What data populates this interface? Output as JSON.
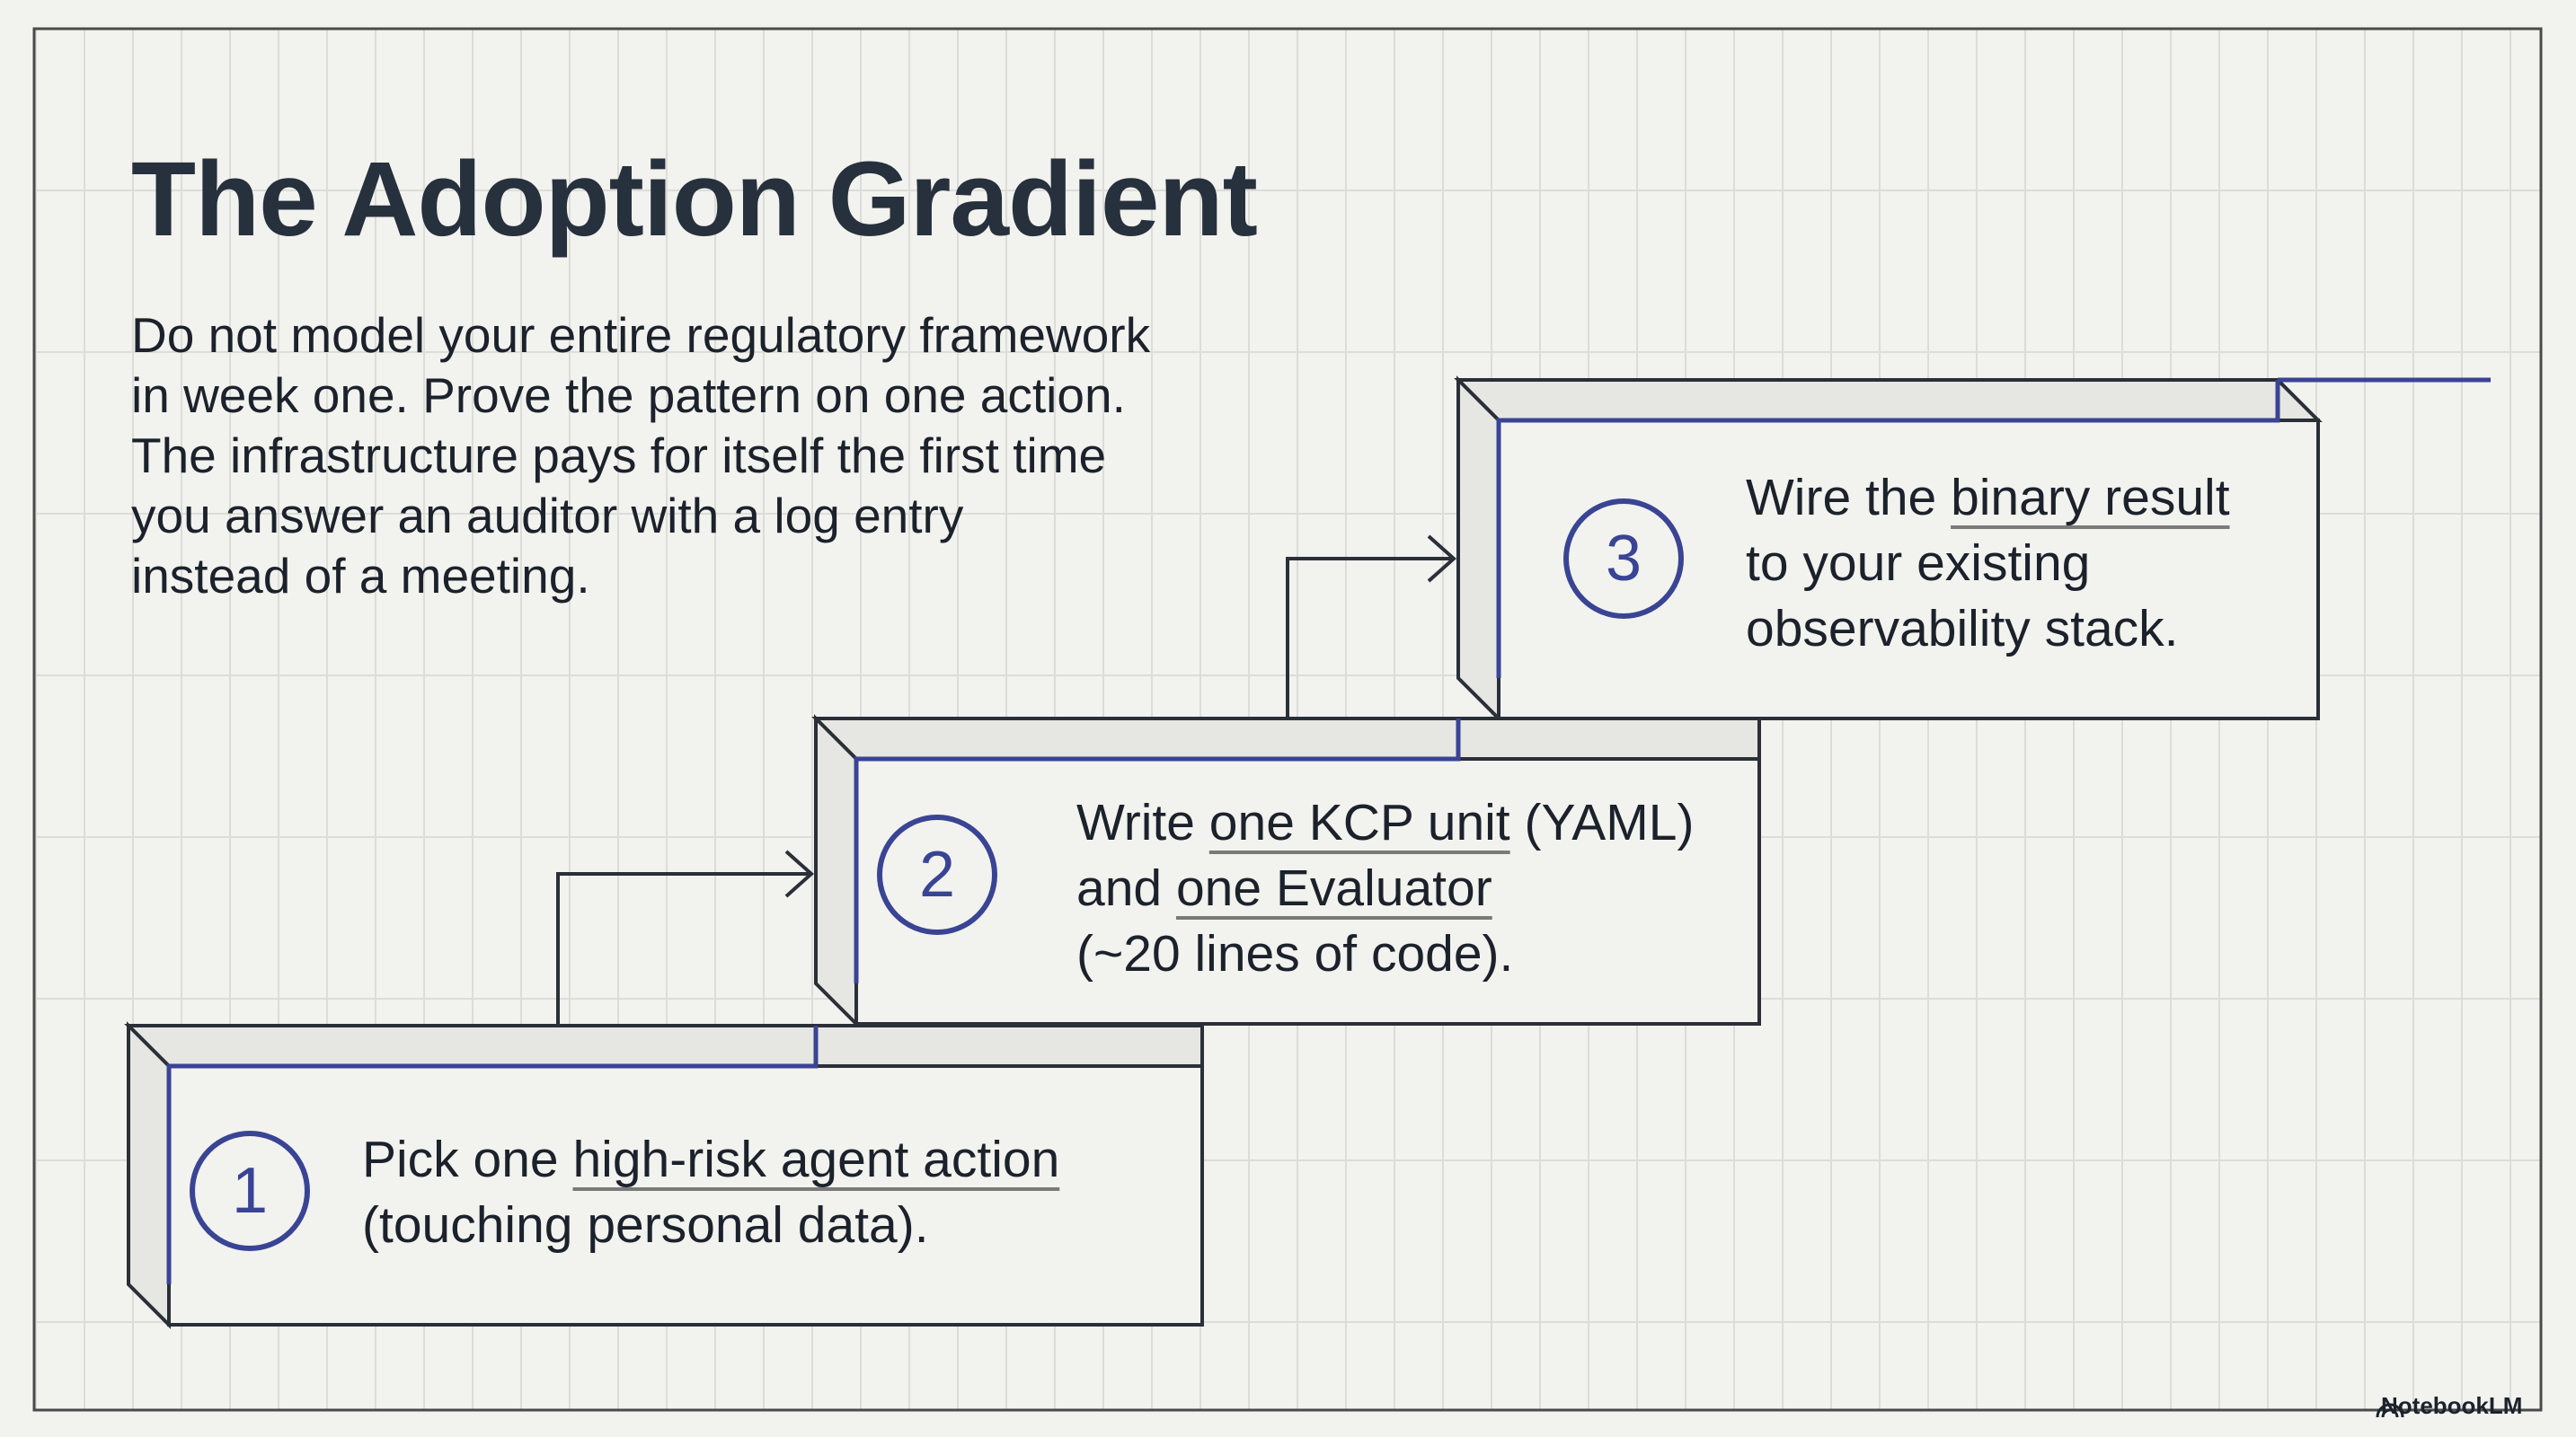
{
  "title": "The Adoption Gradient",
  "intro_lines": [
    "Do not model your entire regulatory framework",
    "in week one. Prove the pattern on one action.",
    "The infrastructure pays for itself the first time",
    "you answer an auditor with a log entry",
    "instead of a meeting."
  ],
  "steps": [
    {
      "number": "1",
      "lines": [
        [
          "Pick one ",
          {
            "u": "high-risk agent action"
          }
        ],
        [
          "(touching personal data)."
        ]
      ]
    },
    {
      "number": "2",
      "lines": [
        [
          "Write ",
          {
            "u": "one KCP unit"
          },
          " (YAML)"
        ],
        [
          "and ",
          {
            "u": "one Evaluator"
          }
        ],
        [
          "(~20 lines of code)."
        ]
      ]
    },
    {
      "number": "3",
      "lines": [
        [
          "Wire the ",
          {
            "u": "binary result"
          }
        ],
        [
          "to your existing"
        ],
        [
          "observability stack."
        ]
      ]
    }
  ],
  "brand": "NotebookLM",
  "colors": {
    "accent": "#3a4494",
    "ink": "#1f2630",
    "background": "#f2f2ef",
    "grid": "#dcdcd8"
  }
}
